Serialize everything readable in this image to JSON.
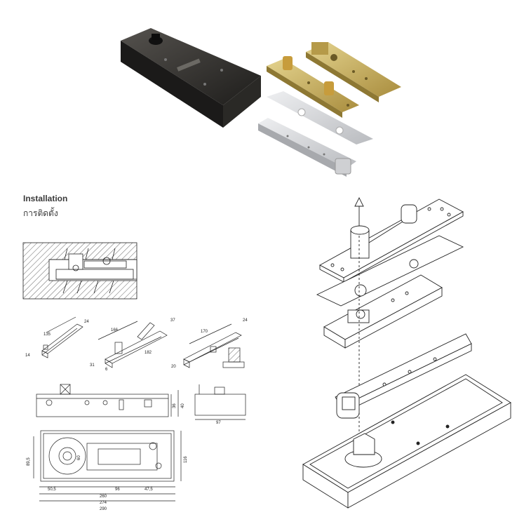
{
  "heading": "Installation",
  "subheading": "การติดตั้ง",
  "dimensions": {
    "top_left": [
      "135",
      "24",
      "14"
    ],
    "top_middle": [
      "166",
      "37",
      "182",
      "31",
      "6"
    ],
    "top_right": [
      "170",
      "24",
      "20"
    ],
    "section": [
      "36",
      "40",
      "97"
    ],
    "plan_height": [
      "89,5",
      "116",
      "60"
    ],
    "plan_width": [
      "50,5",
      "96",
      "47,5",
      "260",
      "274",
      "290"
    ]
  },
  "colors": {
    "closer_body": "#2b2a28",
    "brass_plate": "#c9b56a",
    "steel_plate": "#d9dadc",
    "line": "#222222"
  }
}
